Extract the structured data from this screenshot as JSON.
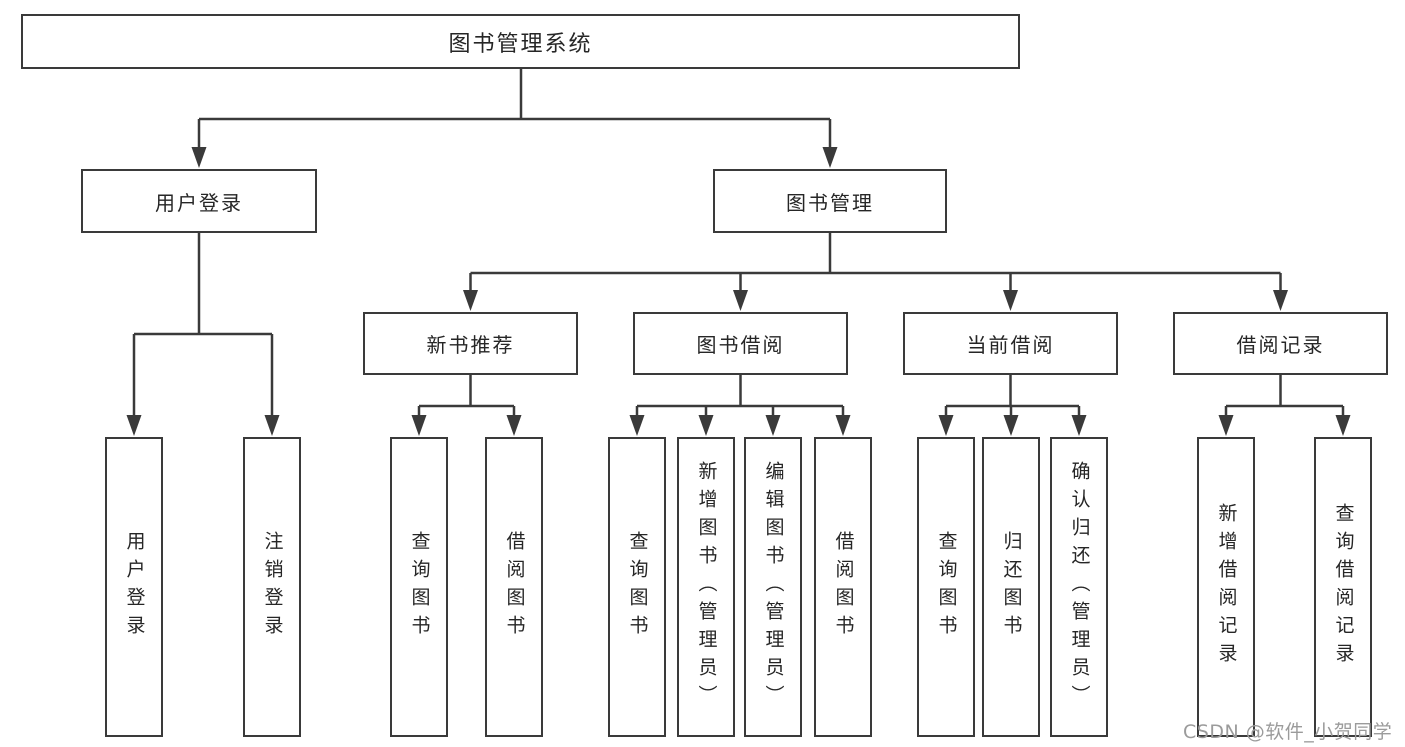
{
  "diagram": {
    "title": {
      "label": "图书管理系统"
    },
    "level2": [
      {
        "id": "user-login",
        "label": "用户登录"
      },
      {
        "id": "book-management",
        "label": "图书管理"
      }
    ],
    "level3": [
      {
        "id": "new-book-recommend",
        "parent": "图书管理",
        "label": "新书推荐"
      },
      {
        "id": "book-borrow",
        "parent": "图书管理",
        "label": "图书借阅"
      },
      {
        "id": "current-borrow",
        "parent": "图书管理",
        "label": "当前借阅"
      },
      {
        "id": "borrow-records",
        "parent": "图书管理",
        "label": "借阅记录"
      }
    ],
    "leaves": [
      {
        "parent": "用户登录",
        "label": "用户登录"
      },
      {
        "parent": "用户登录",
        "label": "注销登录"
      },
      {
        "parent": "新书推荐",
        "label": "查询图书"
      },
      {
        "parent": "新书推荐",
        "label": "借阅图书"
      },
      {
        "parent": "图书借阅",
        "label": "查询图书"
      },
      {
        "parent": "图书借阅",
        "label": "新增图书（管理员）"
      },
      {
        "parent": "图书借阅",
        "label": "编辑图书（管理员）"
      },
      {
        "parent": "图书借阅",
        "label": "借阅图书"
      },
      {
        "parent": "当前借阅",
        "label": "查询图书"
      },
      {
        "parent": "当前借阅",
        "label": "归还图书"
      },
      {
        "parent": "当前借阅",
        "label": "确认归还（管理员）"
      },
      {
        "parent": "借阅记录",
        "label": "新增借阅记录"
      },
      {
        "parent": "借阅记录",
        "label": "查询借阅记录"
      }
    ],
    "watermark": "CSDN @软件_小贺同学",
    "colors": {
      "line": "#3a3a3a",
      "text": "#262626",
      "watermark": "#9b9b9b",
      "background": "#ffffff"
    }
  }
}
